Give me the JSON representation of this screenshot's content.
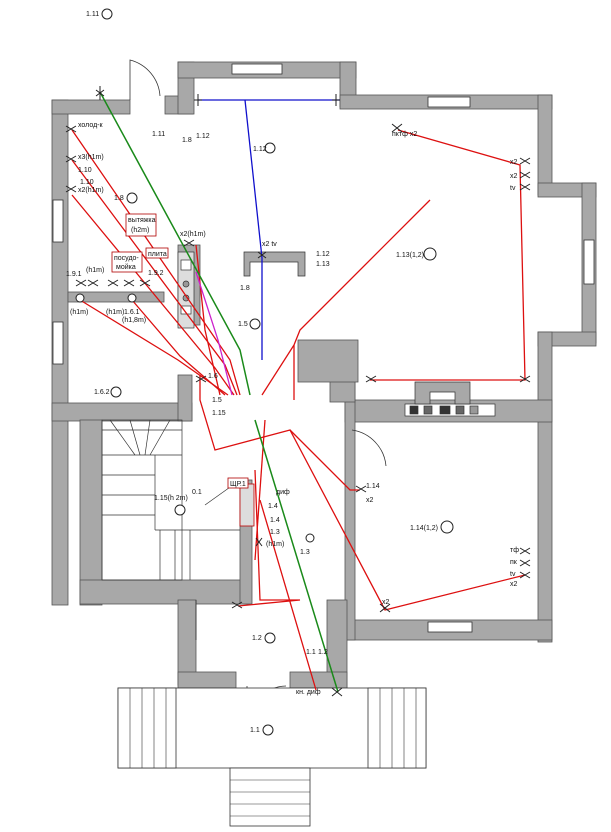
{
  "colors": {
    "wall": "#a8a8a8",
    "wall_stroke": "#555555",
    "floor": "#ffffff",
    "red_wire": "#dd1010",
    "green_wire": "#1a8a1a",
    "blue_wire": "#1010cc",
    "magenta_wire": "#cc22cc"
  },
  "labels": {
    "l_111_top": "1.11",
    "l_holod": "холод-к",
    "l_x3h1m": "x3(h1m)",
    "l_110a": "1.10",
    "l_110b": "1.10",
    "l_x2h1m": "x2(h1m)",
    "l_18a": "1.8",
    "l_vytyazhka1": "вытяжка",
    "l_vytyazhka2": "(h2m)",
    "l_x2h1m_b": "x2(h1m)",
    "l_posudo1": "посудо-",
    "l_posudo2": "мойка",
    "l_plita": "плита",
    "l_h1m_a": "(h1m)",
    "l_191": "1.9.1",
    "l_192": "1.9.2",
    "l_h1m_b": "(h1m)",
    "l_h1m_c": "(h1m)",
    "l_161": "1.6.1",
    "l_h18m": "(h1,8m)",
    "l_111_k": "1.11",
    "l_18b": "1.8",
    "l_112a": "1.12",
    "l_112b": "1.12",
    "l_x2tv": "x2  tv",
    "l_112c": "1.12",
    "l_113": "1.13",
    "l_18c": "1.8",
    "l_15": "1.5",
    "l_pktf": "пктф x2",
    "l_x2_r1": "x2",
    "l_x2_r2": "x2",
    "l_tv_r": "tv",
    "l_113_12": "1.13(1,2)",
    "l_16": "1.6",
    "l_15b": "1.5",
    "l_115": "1.15",
    "l_162": "1.6.2",
    "l_114": "1.14",
    "l_x2_m": "x2",
    "l_114_12": "1.14(1,2)",
    "l_tf": "тф",
    "l_pk": "пк",
    "l_tv_b": "tv",
    "l_x2_b": "x2",
    "l_x2_bb": "x2",
    "l_shr1": "ЩР.1",
    "l_dif": "диф",
    "l_14a": "1.4",
    "l_14b": "1.4",
    "l_13a": "1.3",
    "l_h1m_d": "(h1m)",
    "l_13b": "1.3",
    "l_115h": "1.15(h 2m)",
    "l_01": "0.1",
    "l_12": "1.2",
    "l_11": "1.1",
    "l_12b": "1.2",
    "l_kndif": "кн. диф",
    "l_11b": "1.1"
  }
}
